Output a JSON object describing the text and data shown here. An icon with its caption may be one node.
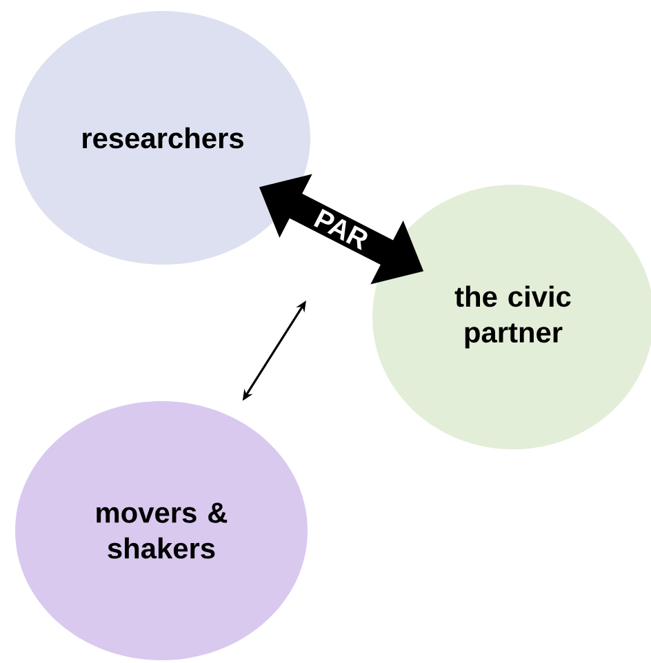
{
  "diagram": {
    "nodes": [
      {
        "text": [
          "researchers"
        ]
      },
      {
        "text": [
          "the civic partner"
        ]
      },
      {
        "text": [
          "movers & shakers"
        ]
      }
    ],
    "edges": [
      {
        "from": 0,
        "to": 1,
        "arrow": "both",
        "label": "PAR",
        "style": "thick"
      },
      {
        "from": 2,
        "to": null,
        "arrow": "both"
      }
    ]
  }
}
